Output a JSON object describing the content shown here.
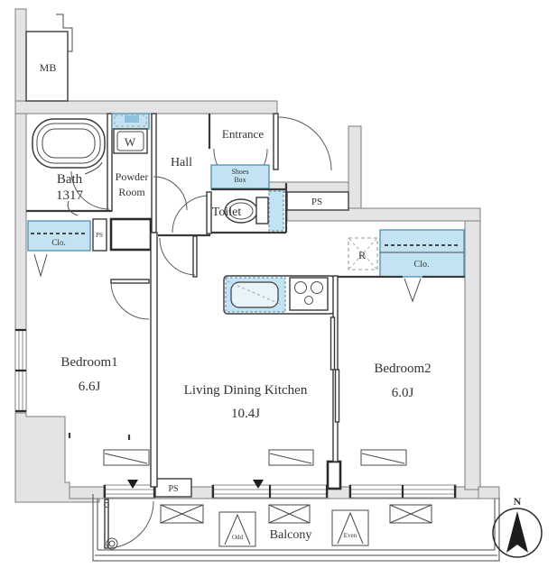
{
  "plan": {
    "colors": {
      "fixture_blue": "#c3e3f2",
      "wall_gray": "#e4e4e6",
      "line_dark": "#3a3a3a"
    },
    "rooms": {
      "mb": {
        "label": "MB"
      },
      "bath": {
        "label": "Bath",
        "size": "1317"
      },
      "powder_room": {
        "label_line1": "Powder",
        "label_line2": "Room"
      },
      "washer": {
        "label": "W"
      },
      "hall": {
        "label": "Hall"
      },
      "entrance": {
        "label": "Entrance"
      },
      "shoes_box": {
        "label_line1": "Shoes",
        "label_line2": "Box"
      },
      "toilet": {
        "label": "Toilet"
      },
      "bedroom1": {
        "label": "Bedroom1",
        "size": "6.6J"
      },
      "ldk": {
        "label": "Living Dining Kitchen",
        "size": "10.4J"
      },
      "bedroom2": {
        "label": "Bedroom2",
        "size": "6.0J"
      },
      "balcony": {
        "label": "Balcony"
      },
      "closet_bedroom1": {
        "label": "Clo."
      },
      "closet_bedroom2": {
        "label": "Clo."
      },
      "refrigerator": {
        "label": "R"
      }
    },
    "shafts": {
      "ps_entrance": "PS",
      "ps_bedroom1": "PS",
      "ps_balcony": "PS"
    },
    "balcony_panels": {
      "odd": "Odd",
      "even": "Even"
    },
    "compass": {
      "north": "N"
    }
  }
}
